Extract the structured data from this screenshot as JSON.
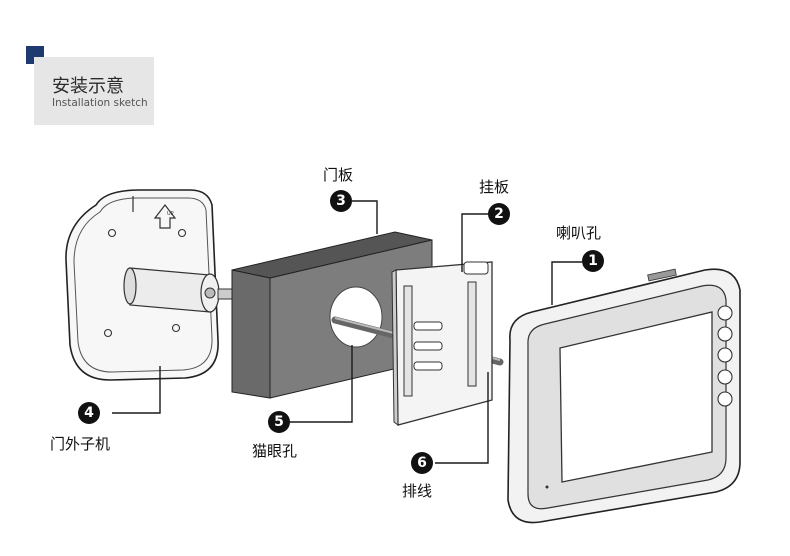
{
  "header": {
    "title": "安装示意",
    "subtitle": "Installation sketch"
  },
  "labels": [
    {
      "id": "speaker-hole",
      "text": "喇叭孔",
      "number": "1"
    },
    {
      "id": "mount-plate",
      "text": "挂板",
      "number": "2"
    },
    {
      "id": "door-panel",
      "text": "门板",
      "number": "3"
    },
    {
      "id": "outdoor-unit",
      "text": "门外子机",
      "number": "4"
    },
    {
      "id": "peephole",
      "text": "猫眼孔",
      "number": "5"
    },
    {
      "id": "cable",
      "text": "排线",
      "number": "6"
    }
  ],
  "colors": {
    "accent": "#1f3a70",
    "header_bg": "#e6e6e6",
    "door_front": "#7d7d7d",
    "door_top": "#555555",
    "line": "#1a1a1a"
  }
}
